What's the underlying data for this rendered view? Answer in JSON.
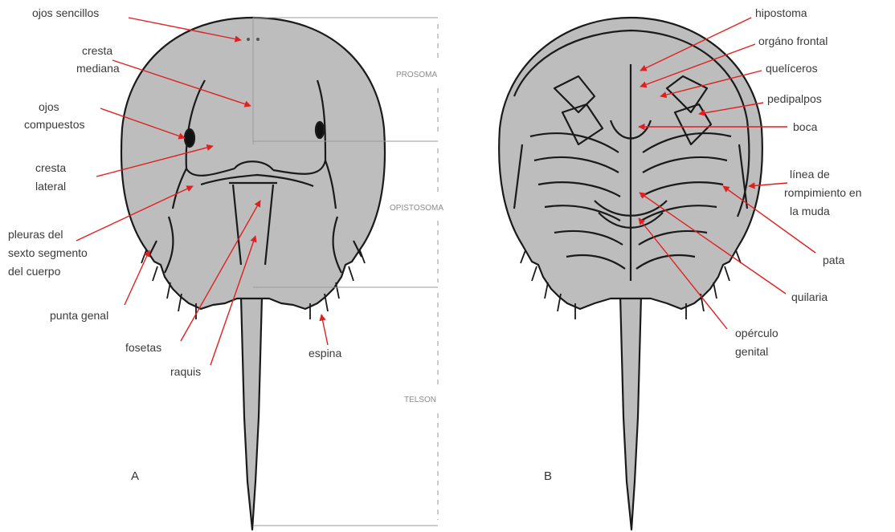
{
  "panels": {
    "a": "A",
    "b": "B"
  },
  "sections": {
    "prosoma": "PROSOMA",
    "opistosoma": "OPISTOSOMA",
    "telson": "TELSON"
  },
  "labels_a": {
    "ojos_sencillos": "ojos sencillos",
    "cresta_mediana_1": "cresta",
    "cresta_mediana_2": "mediana",
    "ojos_compuestos_1": "ojos",
    "ojos_compuestos_2": "compuestos",
    "cresta_lateral_1": "cresta",
    "cresta_lateral_2": "lateral",
    "pleuras_1": "pleuras del",
    "pleuras_2": "sexto segmento",
    "pleuras_3": "del cuerpo",
    "punta_genal": "punta genal",
    "fosetas": "fosetas",
    "raquis": "raquis",
    "espina": "espina"
  },
  "labels_b": {
    "hipostoma": "hipostoma",
    "organo_frontal": "orgáno frontal",
    "queliceros": "quelíceros",
    "pedipalpos": "pedipalpos",
    "boca": "boca",
    "linea_1": "línea de",
    "linea_2": "rompimiento en",
    "linea_3": "la muda",
    "pata": "pata",
    "quilaria": "quilaria",
    "operculo_1": "opérculo",
    "operculo_2": "genital"
  },
  "colors": {
    "body_fill": "#bdbdbd",
    "outline": "#1a1a1a",
    "arrow": "#e02020",
    "guide": "#9a9a9a"
  }
}
